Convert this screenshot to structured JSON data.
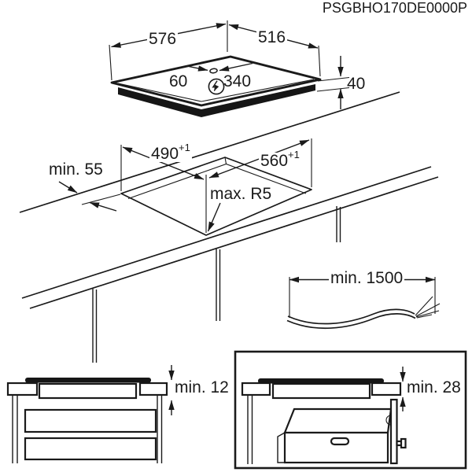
{
  "title": "PSGBHO170DE0000P",
  "hob": {
    "width": "576",
    "depth": "516",
    "terminal_offset_left": "60",
    "terminal_offset_right": "340",
    "height": "40"
  },
  "cutout": {
    "clearance_rear": "min. 55",
    "depth": "490",
    "depth_tol": "+1",
    "width": "560",
    "width_tol": "+1",
    "corner_radius": "max. R5"
  },
  "cable": {
    "min_length": "min. 1500"
  },
  "clearances": {
    "drawer": "min. 12",
    "oven": "min. 28"
  },
  "colors": {
    "line": "#1a1a1a",
    "background": "#ffffff"
  }
}
